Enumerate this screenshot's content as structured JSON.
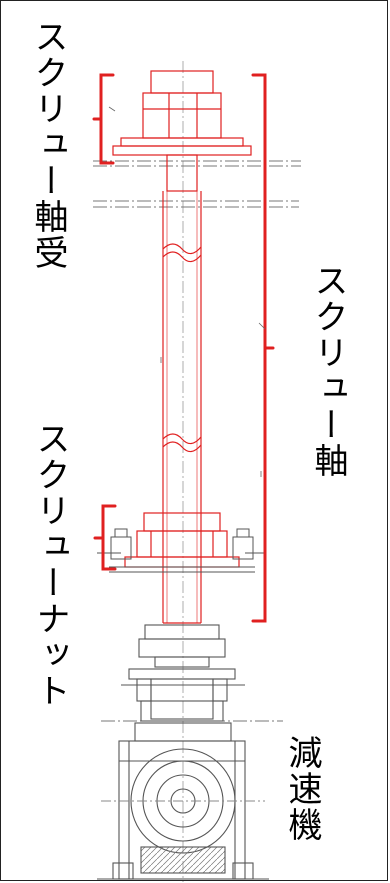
{
  "labels": {
    "screw_bearing": "スクリュー軸受",
    "screw_shaft": "スクリュー軸",
    "screw_nut": "スクリューナット",
    "reducer": "減速機"
  },
  "colors": {
    "highlight_red": "#e02020",
    "drawing_gray": "#555555",
    "text": "#000000",
    "background": "#ffffff"
  }
}
